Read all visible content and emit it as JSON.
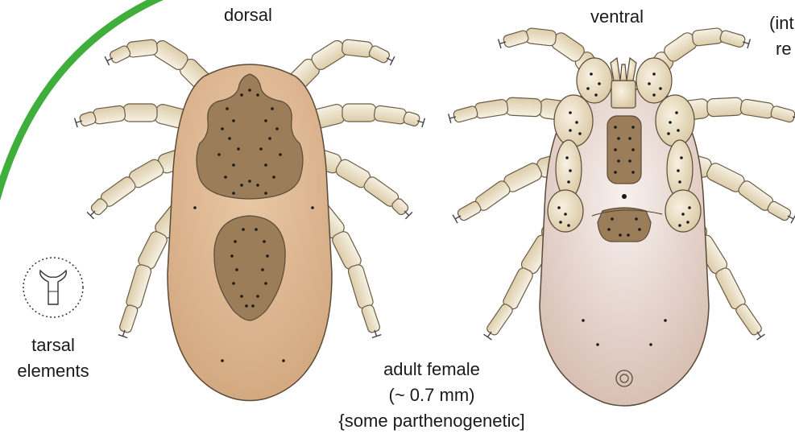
{
  "labels": {
    "dorsal": "dorsal",
    "ventral": "ventral",
    "cut_text_1": "(int",
    "cut_text_2": "re",
    "tarsal_line1": "tarsal",
    "tarsal_line2": "elements",
    "adult_line1": "adult female",
    "adult_line2": "(~ 0.7 mm)",
    "adult_line3": "{some parthenogenetic]"
  },
  "colors": {
    "arc": "#3fae3a",
    "body_dorsal": "#d9b48e",
    "body_ventral": "#e8d4c9",
    "shield": "#9b7d5a",
    "leg_fill": "#efe5cf",
    "leg_stroke": "#6b5b44",
    "dot": "#1a1a1a",
    "outline": "#5a4a38"
  }
}
